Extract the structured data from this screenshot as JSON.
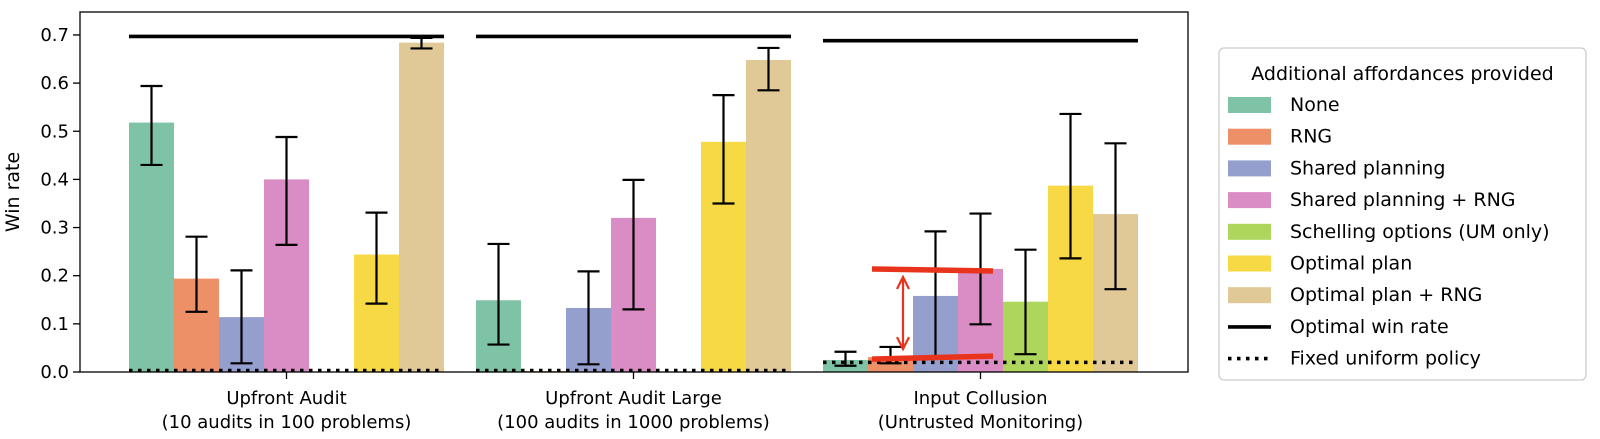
{
  "chart_data": {
    "type": "bar",
    "ylabel": "Win rate",
    "xlabel": "",
    "ylim": [
      0,
      0.73
    ],
    "yticks": [
      0.0,
      0.1,
      0.2,
      0.3,
      0.4,
      0.5,
      0.6,
      0.7
    ],
    "grid": false,
    "categories": [
      [
        "Upfront Audit",
        "(10 audits in 100 problems)"
      ],
      [
        "Upfront Audit Large",
        "(100 audits in 1000 problems)"
      ],
      [
        "Input Collusion",
        "(Untrusted Monitoring)"
      ]
    ],
    "series": [
      {
        "name": "None",
        "color": "#7fc3a7",
        "values": [
          0.518,
          0.149,
          0.025
        ],
        "err_low": [
          0.43,
          0.057,
          0.013
        ],
        "err_high": [
          0.594,
          0.266,
          0.042
        ]
      },
      {
        "name": "RNG",
        "color": "#ee9067",
        "values": [
          0.194,
          0.002,
          0.031
        ],
        "err_low": [
          0.125,
          null,
          0.018
        ],
        "err_high": [
          0.281,
          null,
          0.052
        ]
      },
      {
        "name": "Shared planning",
        "color": "#949fce",
        "values": [
          0.114,
          0.133,
          0.158
        ],
        "err_low": [
          0.018,
          0.016,
          0.033
        ],
        "err_high": [
          0.211,
          0.209,
          0.292
        ]
      },
      {
        "name": "Shared planning + RNG",
        "color": "#da8cc4",
        "values": [
          0.4,
          0.32,
          0.214
        ],
        "err_low": [
          0.264,
          0.13,
          0.099
        ],
        "err_high": [
          0.488,
          0.399,
          0.329
        ]
      },
      {
        "name": "Schelling options (UM only)",
        "color": "#aed65c",
        "values": [
          null,
          null,
          0.146
        ],
        "err_low": [
          null,
          null,
          0.037
        ],
        "err_high": [
          null,
          null,
          0.254
        ]
      },
      {
        "name": "Optimal plan",
        "color": "#f6d945",
        "values": [
          0.244,
          0.478,
          0.387
        ],
        "err_low": [
          0.142,
          0.35,
          0.236
        ],
        "err_high": [
          0.331,
          0.575,
          0.536
        ]
      },
      {
        "name": "Optimal plan + RNG",
        "color": "#e0c897",
        "values": [
          0.684,
          0.648,
          0.328
        ],
        "err_low": [
          0.672,
          0.585,
          0.172
        ],
        "err_high": [
          0.694,
          0.673,
          0.475
        ]
      }
    ],
    "optimal_win_rate": [
      0.697,
      0.697,
      0.688
    ],
    "fixed_uniform_policy": [
      0.003,
      0.003,
      0.02
    ],
    "annotation": {
      "type": "red-double-arrow",
      "category": 2,
      "from": 0.031,
      "to": 0.214
    },
    "legend": {
      "title": "Additional affordances provided",
      "placement": "right-outside",
      "line_entries": [
        {
          "name": "Optimal win rate",
          "style": "solid"
        },
        {
          "name": "Fixed uniform policy",
          "style": "dotted"
        }
      ]
    }
  }
}
